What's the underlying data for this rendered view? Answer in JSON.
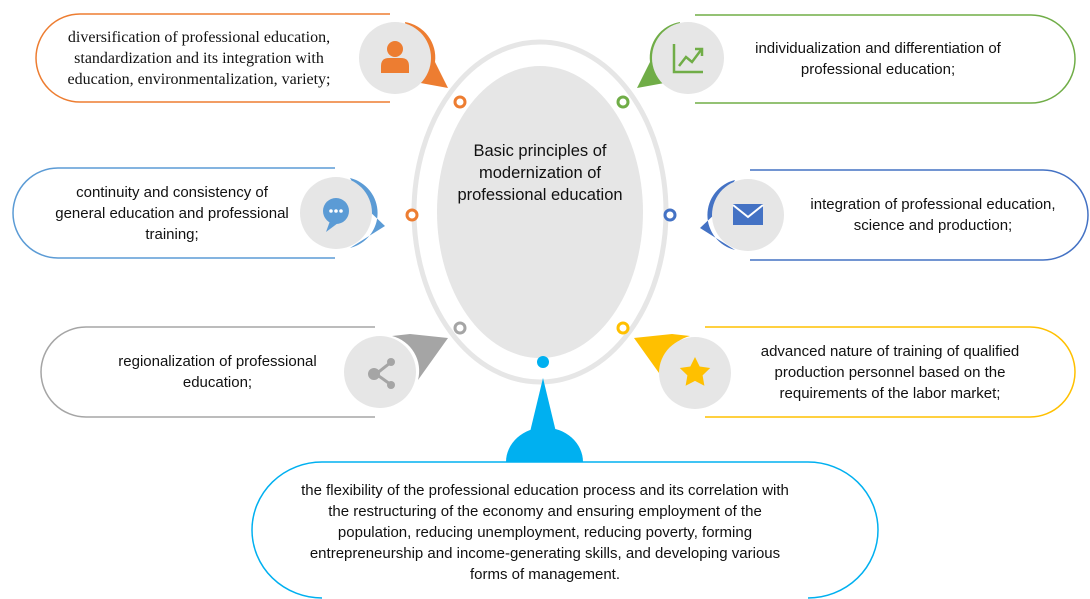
{
  "center": {
    "title": "Basic principles of modernization of professional education"
  },
  "principles": [
    {
      "id": "diversification",
      "text": "diversification of professional education, standardization and its integration with education, environmentalization, variety;",
      "color": "#ED7D31",
      "icon": "person-icon"
    },
    {
      "id": "individualization",
      "text": "individualization and differentiation of professional education;",
      "color": "#70AD47",
      "icon": "growth-chart-icon"
    },
    {
      "id": "continuity",
      "text": "continuity and consistency of general education and professional training;",
      "color": "#5B9BD5",
      "icon": "chat-bubble-icon"
    },
    {
      "id": "integration",
      "text": "integration of professional education, science and production;",
      "color": "#4472C4",
      "icon": "envelope-icon"
    },
    {
      "id": "regionalization",
      "text": "regionalization of professional education;",
      "color": "#A5A5A5",
      "icon": "share-icon"
    },
    {
      "id": "advanced-training",
      "text": "advanced nature of training of qualified production personnel based on the requirements of the labor market;",
      "color": "#FFC000",
      "icon": "star-icon"
    },
    {
      "id": "flexibility",
      "text": "the flexibility of the professional education process and its correlation with the restructuring of the economy and ensuring employment of the population, reducing unemployment, reducing poverty, forming entrepreneurship and income-generating skills, and developing various forms of management.",
      "color": "#00B0F0",
      "icon": ""
    }
  ]
}
